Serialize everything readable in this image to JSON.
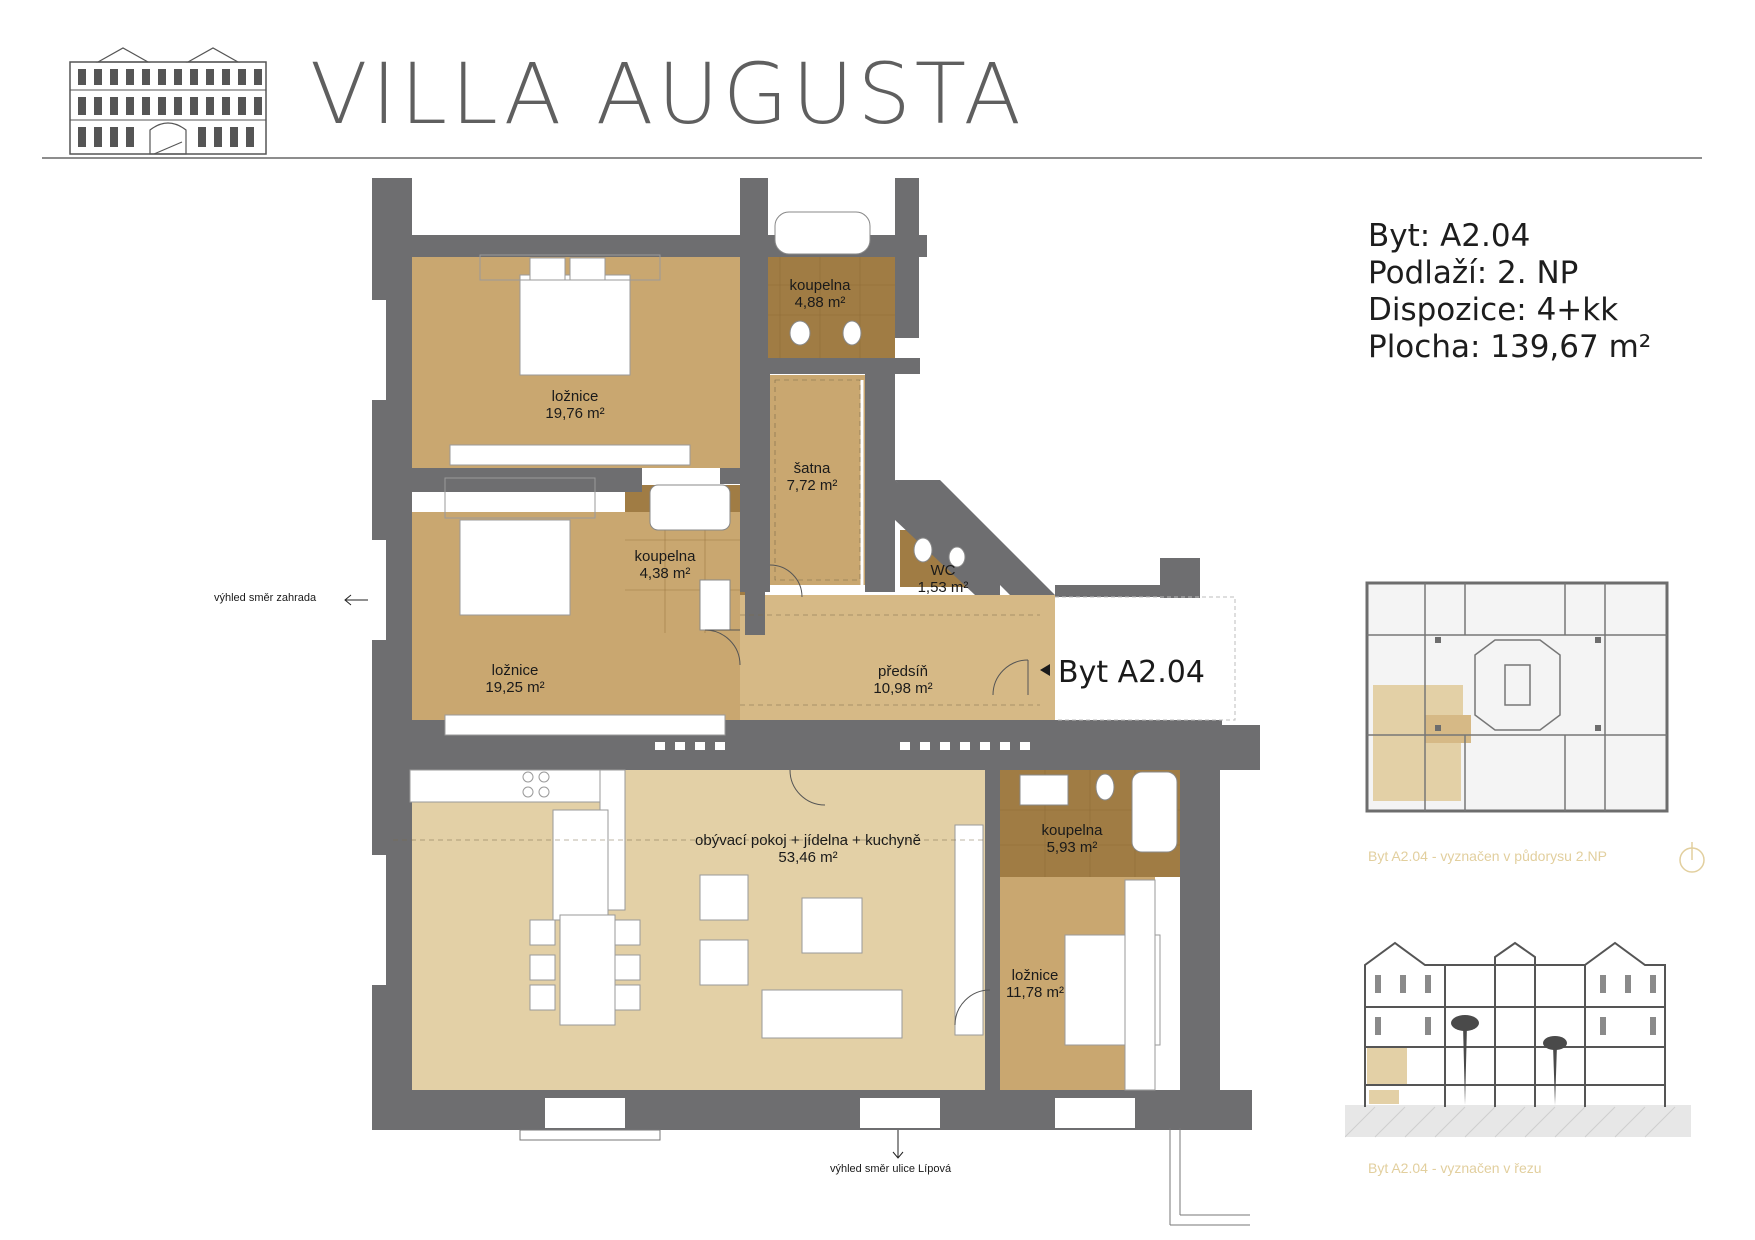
{
  "brand": {
    "name": "VILLA AUGUSTA",
    "logo_icon": "villa-facade-icon"
  },
  "unit_info": {
    "line1": "Byt: A2.04",
    "line2": "Podlaží: 2. NP",
    "line3": "Dispozice: 4+kk",
    "line4": "Plocha: 139,67 m²"
  },
  "unit_tag": "Byt A2.04",
  "rooms": [
    {
      "name": "ložnice",
      "area": "19,76 m²"
    },
    {
      "name": "koupelna",
      "area": "4,88 m²"
    },
    {
      "name": "šatna",
      "area": "7,72 m²"
    },
    {
      "name": "WC",
      "area": "1,53 m²"
    },
    {
      "name": "koupelna",
      "area": "4,38 m²"
    },
    {
      "name": "ložnice",
      "area": "19,25 m²"
    },
    {
      "name": "předsíň",
      "area": "10,98 m²"
    },
    {
      "name": "obývací pokoj + jídelna + kuchyně",
      "area": "53,46 m²"
    },
    {
      "name": "koupelna",
      "area": "5,93 m²"
    },
    {
      "name": "ložnice",
      "area": "11,78 m²"
    }
  ],
  "views": {
    "garden": "výhled směr zahrada",
    "street": "výhled směr ulice Lípová"
  },
  "captions": {
    "floorplan": "Byt A2.04 - vyznačen v půdorysu 2.NP",
    "section": "Byt A2.04 - vyznačen v řezu"
  },
  "colors": {
    "wall": "#6e6e70",
    "bedroom": "#c9a770",
    "bath": "#a07c44",
    "living": "#e3d0a6",
    "hall": "#d6b986",
    "highlight_caption": "#e2cf9e"
  }
}
